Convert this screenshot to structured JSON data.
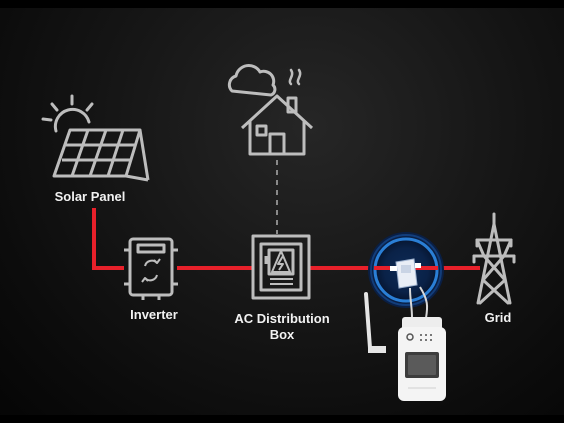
{
  "labels": {
    "solar_panel": "Solar Panel",
    "inverter": "Inverter",
    "ac_distribution_box_line1": "AC Distribution",
    "ac_distribution_box_line2": "Box",
    "grid": "Grid"
  },
  "colors": {
    "background": "#141414",
    "line_icon": "#bdbdbd",
    "power_line": "#e8202a",
    "highlight_ring": "#2a7fd6"
  },
  "icons": [
    "sun-icon",
    "solar-panel-icon",
    "cloud-icon",
    "steam-icon",
    "house-icon",
    "inverter-icon",
    "distribution-box-icon",
    "lightning-icon",
    "power-meter-icon",
    "smart-switch-icon",
    "antenna-icon",
    "transmission-tower-icon"
  ]
}
